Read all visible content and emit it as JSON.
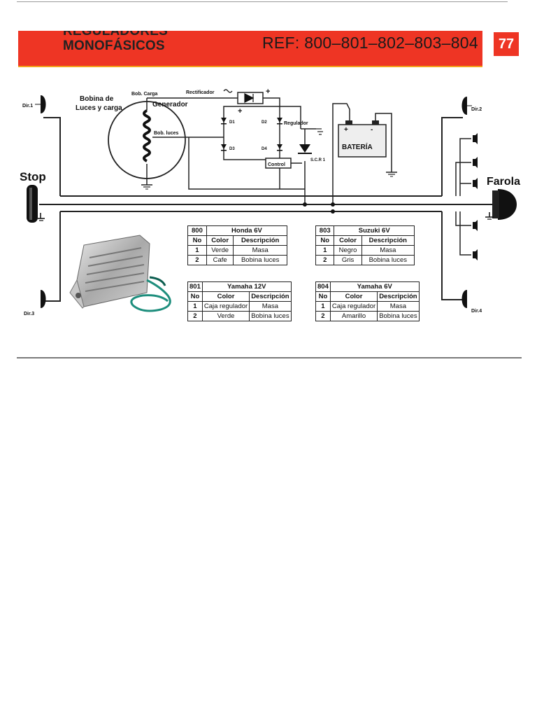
{
  "header": {
    "title_line1": "REGULADORES",
    "title_line2": "MONOFÁSICOS",
    "ref": "REF: 800–801–802–803–804",
    "page_number": "77",
    "accent_color": "#ee3524"
  },
  "diagram": {
    "labels": {
      "dir1": "Dir.1",
      "dir2": "Dir.2",
      "dir3": "Dir.3",
      "dir4": "Dir.4",
      "stop": "Stop",
      "farola": "Farola",
      "bobina_line1": "Bobina de",
      "bobina_line2": "Luces y carga",
      "bob_carga": "Bob. Carga",
      "rectificador": "Rectificador",
      "generador": "Generador",
      "bob_luces": "Bob. luces",
      "regulador": "Regulador",
      "bateria": "BATERÍA",
      "control": "Control",
      "scr": "S.C.R 1",
      "d1": "D1",
      "d2": "D2",
      "d3": "D3",
      "d4": "D4",
      "plus": "+",
      "minus": "-"
    }
  },
  "tables": {
    "t800": {
      "ref": "800",
      "brand": "Honda 6V",
      "headers": [
        "No",
        "Color",
        "Descripción"
      ],
      "rows": [
        [
          "1",
          "Verde",
          "Masa"
        ],
        [
          "2",
          "Cafe",
          "Bobina luces"
        ]
      ]
    },
    "t803": {
      "ref": "803",
      "brand": "Suzuki 6V",
      "headers": [
        "No",
        "Color",
        "Descripción"
      ],
      "rows": [
        [
          "1",
          "Negro",
          "Masa"
        ],
        [
          "2",
          "Gris",
          "Bobina luces"
        ]
      ]
    },
    "t801": {
      "ref": "801",
      "brand": "Yamaha 12V",
      "headers": [
        "No",
        "Color",
        "Descripción"
      ],
      "rows": [
        [
          "1",
          "Caja regulador",
          "Masa"
        ],
        [
          "2",
          "Verde",
          "Bobina luces"
        ]
      ]
    },
    "t804": {
      "ref": "804",
      "brand": "Yamaha 6V",
      "headers": [
        "No",
        "Color",
        "Descripción"
      ],
      "rows": [
        [
          "1",
          "Caja regulador",
          "Masa"
        ],
        [
          "2",
          "Amarillo",
          "Bobina luces"
        ]
      ]
    }
  }
}
